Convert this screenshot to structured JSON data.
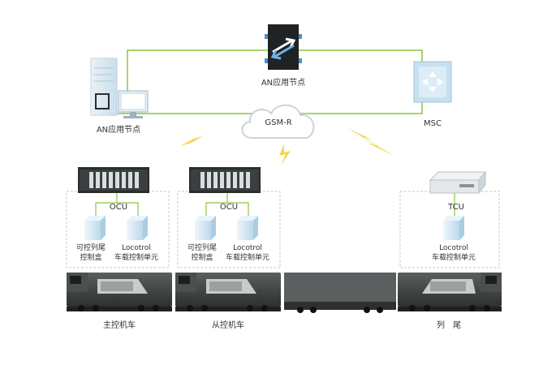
{
  "nodes": {
    "an_left": "AN应用节点",
    "an_top": "AN应用节点",
    "msc": "MSC",
    "gsmr": "GSM-R",
    "ocu_1": "OCU",
    "ocu_2": "OCU",
    "tcu": "TCU"
  },
  "devices": {
    "tail_box_1": [
      "可控列尾",
      "控制盒"
    ],
    "locotrol_1": [
      "Locotrol",
      "车载控制单元"
    ],
    "tail_box_2": [
      "可控列尾",
      "控制盒"
    ],
    "locotrol_2": [
      "Locotrol",
      "车载控制单元"
    ],
    "locotrol_3": [
      "Locotrol",
      "车载控制单元"
    ]
  },
  "trains": {
    "master": "主控机车",
    "slave": "从控机车",
    "tail": "列　尾"
  },
  "colors": {
    "link_green": "#8cc63f",
    "lightning_yellow": "#f6d44a",
    "device_blue": "#d7ebf5",
    "loco_dark": "#3d4140",
    "cloud_outline": "#c9d3db"
  }
}
